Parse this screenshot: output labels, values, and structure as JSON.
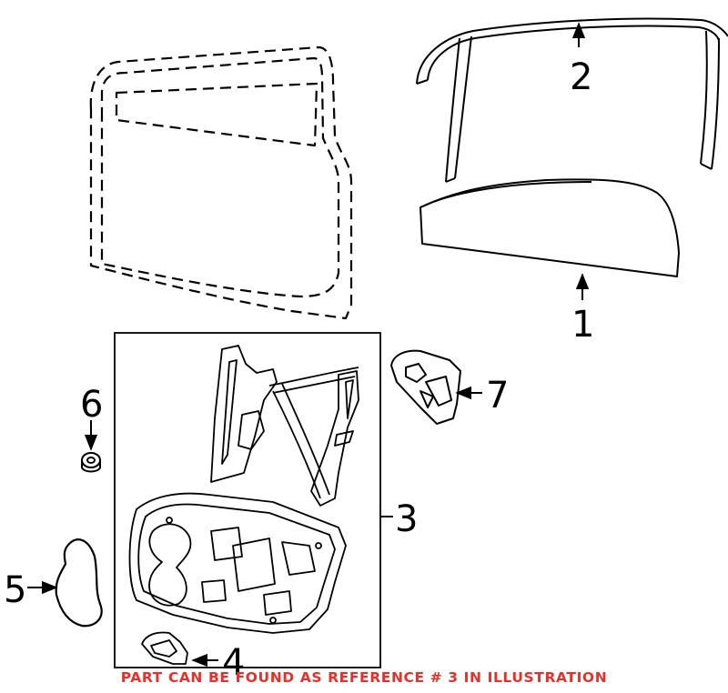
{
  "callouts": {
    "c1": "1",
    "c2": "2",
    "c3": "3",
    "c4": "4",
    "c5": "5",
    "c6": "6",
    "c7": "7"
  },
  "note": "PART CAN BE FOUND AS REFERENCE # 3 IN ILLUSTRATION",
  "colors": {
    "line": "#000000",
    "note": "#e8302a"
  },
  "icons": [
    "arrow-icon"
  ]
}
